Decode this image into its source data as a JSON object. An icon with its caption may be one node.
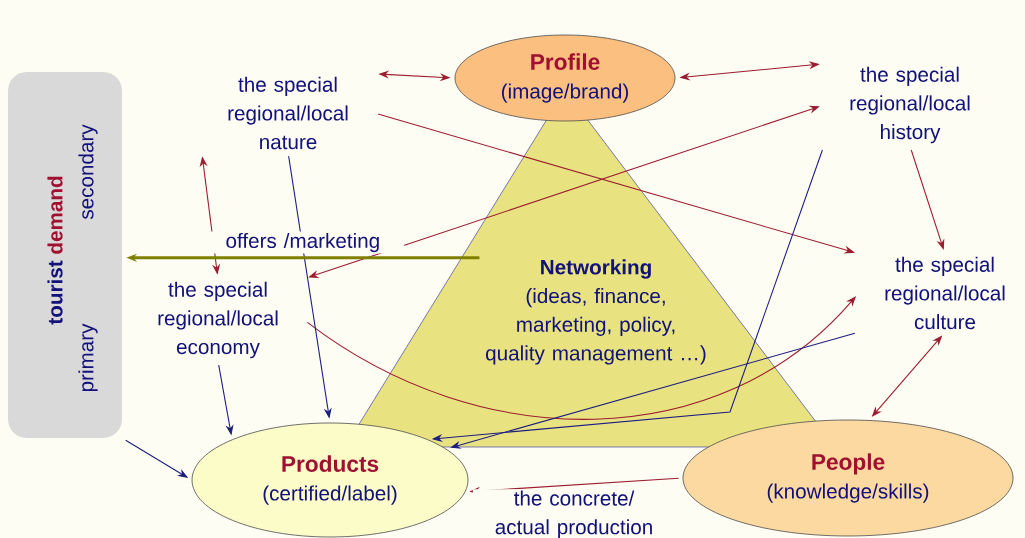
{
  "diagram": {
    "nodes": [
      {
        "text": [
          "tourist",
          "demand",
          "secondary",
          "primary"
        ]
      },
      {
        "text": [
          "Profile",
          "(image/brand)"
        ]
      },
      {
        "text": [
          "Networking",
          "(ideas, finance, marketing, policy, quality management …)"
        ]
      },
      {
        "text": [
          "the special regional/local nature"
        ]
      },
      {
        "text": [
          "the special regional/local history"
        ]
      },
      {
        "text": [
          "the special regional/local economy"
        ]
      },
      {
        "text": [
          "the special regional/local culture"
        ]
      },
      {
        "text": [
          "Products",
          "(certified/label)"
        ]
      },
      {
        "text": [
          "People",
          "(knowledge/skills)"
        ]
      }
    ],
    "edges": [
      {
        "from": 3,
        "to": 1,
        "arrow": "both"
      },
      {
        "from": 1,
        "to": 4,
        "arrow": "both"
      },
      {
        "from": 3,
        "to": 5,
        "arrow": "both"
      },
      {
        "from": 3,
        "to": 6,
        "arrow": "to"
      },
      {
        "from": 5,
        "to": 4,
        "arrow": "both"
      },
      {
        "from": 5,
        "to": 6,
        "arrow": "to"
      },
      {
        "from": 4,
        "to": 6,
        "arrow": "to"
      },
      {
        "from": 6,
        "to": 8,
        "arrow": "both"
      },
      {
        "from": 8,
        "to": 7,
        "arrow": "to",
        "label": "the concrete/ actual production"
      },
      {
        "from": 3,
        "to": 7,
        "arrow": "to",
        "color": "#1c1c80"
      },
      {
        "from": 5,
        "to": 7,
        "arrow": "to",
        "color": "#1c1c80"
      },
      {
        "from": 0,
        "to": 7,
        "arrow": "to",
        "color": "#1c1c80"
      },
      {
        "from": 4,
        "to": 7,
        "arrow": "to",
        "color": "#1c1c80"
      },
      {
        "from": 6,
        "to": 7,
        "arrow": "to",
        "color": "#1c1c80"
      },
      {
        "from": 2,
        "to": 0,
        "arrow": "to",
        "label": "offers /marketing",
        "style": "thick",
        "color": "#7f7f00"
      }
    ]
  }
}
